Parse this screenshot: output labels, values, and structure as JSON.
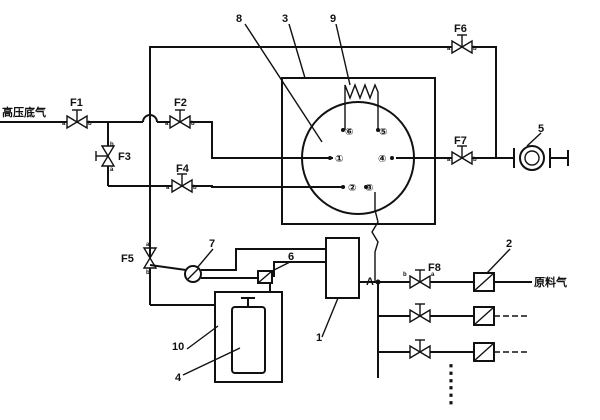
{
  "labels": {
    "high_pressure_gas": "高压底气",
    "raw_gas": "原料气",
    "junction_a": "A",
    "dots": "⋮"
  },
  "valves": {
    "F1": "F1",
    "F2": "F2",
    "F3": "F3",
    "F4": "F4",
    "F5": "F5",
    "F6": "F6",
    "F7": "F7",
    "F8": "F8"
  },
  "valve_ports": {
    "a": "a",
    "b": "b"
  },
  "callouts": {
    "n1": "1",
    "n2": "2",
    "n3": "3",
    "n4": "4",
    "n5": "5",
    "n6": "6",
    "n7": "7",
    "n8": "8",
    "n9": "9",
    "n10": "10"
  },
  "chamber_ports": {
    "p1": "①",
    "p2": "②",
    "p3": "③",
    "p4": "④",
    "p5": "⑤",
    "p6": "⑥"
  }
}
